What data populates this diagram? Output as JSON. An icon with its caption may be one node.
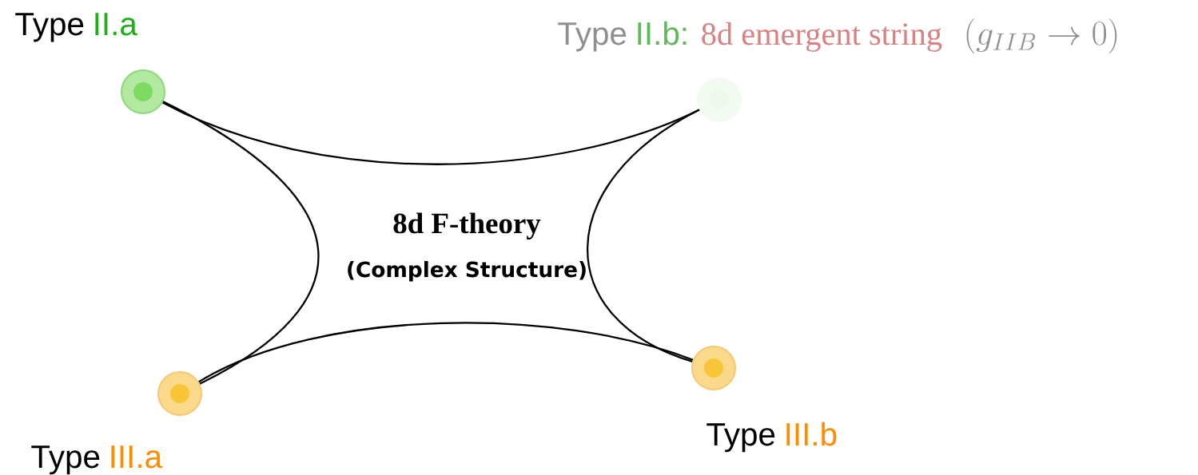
{
  "diagram": {
    "nodes": [
      {
        "text": [],
        "shape": "circle",
        "beside": [
          "Type",
          "II.a"
        ]
      },
      {
        "text": [],
        "shape": "circle",
        "beside": [
          "Type",
          "II.b:",
          "8d emergent string",
          "(g_{IIB} \\to 0)"
        ]
      },
      {
        "text": [],
        "shape": "circle",
        "beside": [
          "Type",
          "III.a"
        ]
      },
      {
        "text": [],
        "shape": "circle",
        "beside": [
          "Type",
          "III.b"
        ]
      }
    ],
    "edges": [
      {
        "from": 0,
        "to": 1,
        "arrow": "none"
      },
      {
        "from": 0,
        "to": 2,
        "arrow": "none"
      },
      {
        "from": 2,
        "to": 3,
        "arrow": "none"
      },
      {
        "from": 1,
        "to": 3,
        "arrow": "none"
      }
    ],
    "labels": [
      "8d F-theory",
      "(Complex Structure)"
    ]
  }
}
